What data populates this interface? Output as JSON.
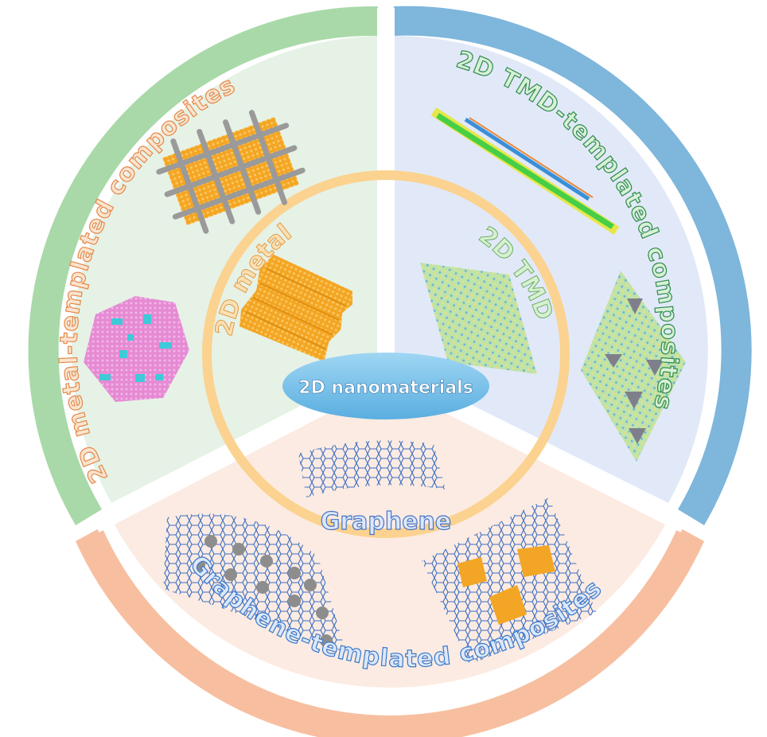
{
  "center": {
    "label": "2D nanomaterials"
  },
  "inner_labels": {
    "metal": "2D metal",
    "tmd": "2D TMD",
    "graphene": "Graphene"
  },
  "outer_labels": {
    "metal": "2D metal-templated composites",
    "tmd": "2D TMD-templated composites",
    "graphene": "Graphene-templated composites"
  },
  "colors": {
    "green_band": "#a9d9a8",
    "green_fill": "#e6f2e6",
    "blue_band": "#7eb6dc",
    "blue_fill": "#e1e9f8",
    "orange_band": "#f7bfa0",
    "orange_fill": "#fcebe2",
    "ring": "#fbd28f",
    "center": "#7fc3ea",
    "metal_gold": "#f3a625",
    "pink": "#e98ad6",
    "cyan": "#3fc8da",
    "tmd_green": "#b7dea8",
    "graphene_blue": "#4a78c8"
  }
}
